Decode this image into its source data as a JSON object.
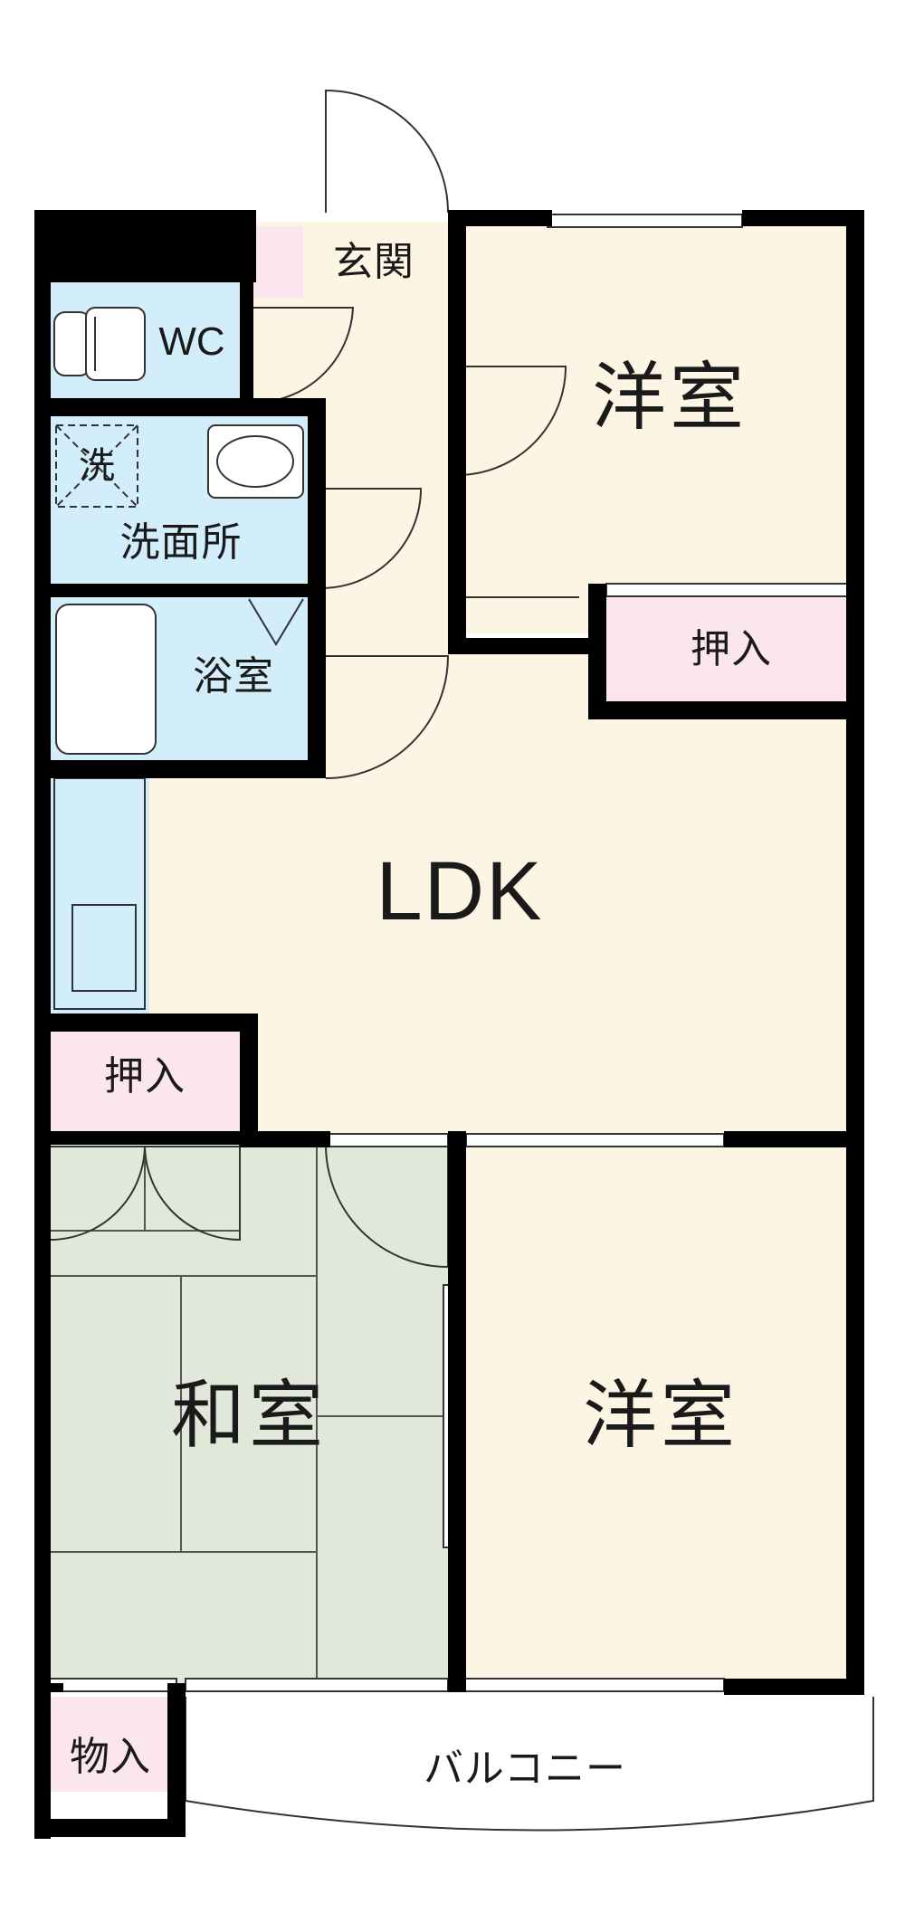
{
  "rooms": {
    "western_room_north": "洋室",
    "western_room_south": "洋室",
    "ldk": "LDK",
    "japanese_room": "和室",
    "closet_north": "押入",
    "closet_west": "押入",
    "storage": "物入",
    "entrance": "玄関",
    "toilet": "WC",
    "washroom": "洗面所",
    "washer": "洗",
    "bathroom": "浴室",
    "balcony": "バルコニー"
  },
  "colors": {
    "western_floor": "#fdf5e3",
    "tatami_floor": "#e2e8d9",
    "wet_area": "#d3eefb",
    "closet": "#fbe6ef",
    "wall": "#000000"
  }
}
